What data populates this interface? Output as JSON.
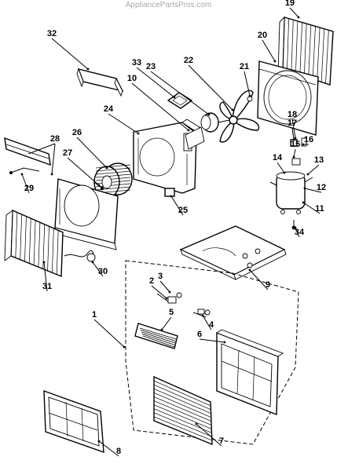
{
  "watermark": "AppliancePartsPros.com",
  "callouts": [
    "1",
    "2",
    "3",
    "4",
    "5",
    "6",
    "7",
    "8",
    "9",
    "10",
    "11",
    "12",
    "13",
    "14",
    "15",
    "16",
    "17",
    "18",
    "19",
    "20",
    "21",
    "22",
    "23",
    "24",
    "25",
    "26",
    "27",
    "28",
    "29",
    "30",
    "31",
    "32",
    "33",
    "34"
  ]
}
